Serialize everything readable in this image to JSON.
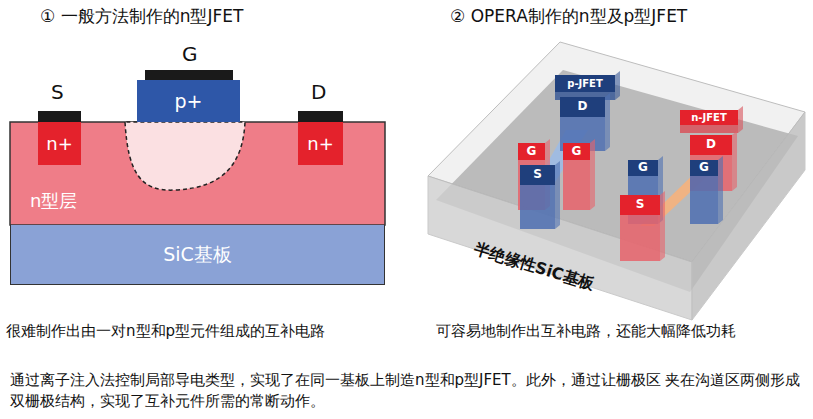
{
  "diagram": {
    "caption": "通过离子注入法控制局部导电类型，实现了在同一基板上制造n型和p型JFET。此外，通过让栅极区 夹在沟道区两侧形成双栅极结构，实现了互补元件所需的常断动作。",
    "nodes": [
      {
        "text": [
          "p+"
        ]
      },
      {
        "text": [
          "n型层"
        ]
      },
      {
        "text": [
          "n+"
        ],
        "in": 1
      },
      {
        "text": [
          "n+"
        ],
        "in": 1
      },
      {
        "text": [
          "SiC基板"
        ]
      },
      {
        "text": [
          "半绝缘性SiC基板"
        ]
      },
      {
        "text": [
          "p-JFET"
        ],
        "in": 5
      },
      {
        "text": [
          "D"
        ],
        "in": 5
      },
      {
        "text": [
          "G"
        ],
        "in": 5
      },
      {
        "text": [
          "G"
        ],
        "in": 5
      },
      {
        "text": [
          "S"
        ],
        "in": 5
      },
      {
        "text": [
          "n-JFET"
        ],
        "in": 5
      },
      {
        "text": [
          "D"
        ],
        "in": 5
      },
      {
        "text": [
          "G"
        ],
        "in": 5
      },
      {
        "text": [
          "G"
        ],
        "in": 5
      },
      {
        "text": [
          "S"
        ],
        "in": 5
      }
    ],
    "labels": [
      "① 一般方法制作的n型JFET",
      "② OPERA制作的n型及p型JFET",
      "G",
      "S",
      "D",
      "很难制作出由一对n型和p型元件组成的互补电路",
      "可容易地制作出互补电路，还能大幅降低功耗"
    ]
  }
}
